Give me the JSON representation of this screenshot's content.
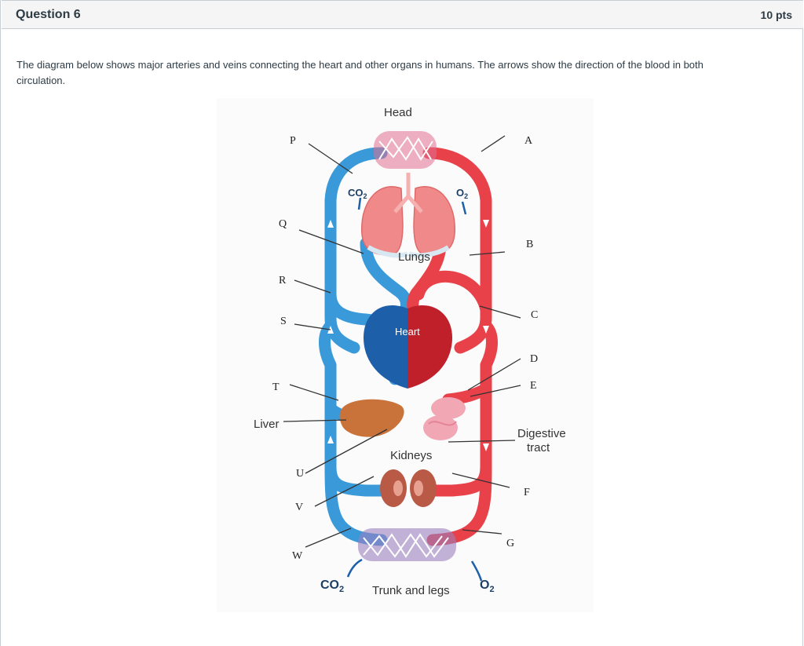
{
  "question": {
    "title": "Question 6",
    "points": "10 pts",
    "prompt": "The diagram below shows major arteries and veins connecting the heart and other organs in humans. The arrows show the direction of the blood in both circulation."
  },
  "diagram": {
    "organs": {
      "head": "Head",
      "lungs": "Lungs",
      "heart": "Heart",
      "liver": "Liver",
      "digestive_line1": "Digestive",
      "digestive_line2": "tract",
      "kidneys": "Kidneys",
      "trunk": "Trunk and legs"
    },
    "gases": {
      "co2_top": "CO",
      "co2_top_sub": "2",
      "o2_top": "O",
      "o2_top_sub": "2",
      "co2_bottom": "CO",
      "co2_bottom_sub": "2",
      "o2_bottom": "O",
      "o2_bottom_sub": "2"
    },
    "labels": {
      "P": "P",
      "Q": "Q",
      "R": "R",
      "S": "S",
      "T": "T",
      "U": "U",
      "V": "V",
      "W": "W",
      "A": "A",
      "B": "B",
      "C": "C",
      "D": "D",
      "E": "E",
      "F": "F",
      "G": "G"
    },
    "colors": {
      "vein": "#3a9ad9",
      "artery": "#e8414a",
      "heart_right": "#1d5fa8",
      "heart_left": "#c0202a",
      "liver": "#c9733b",
      "kidney": "#b85a45",
      "lung": "#f08a8a"
    }
  }
}
